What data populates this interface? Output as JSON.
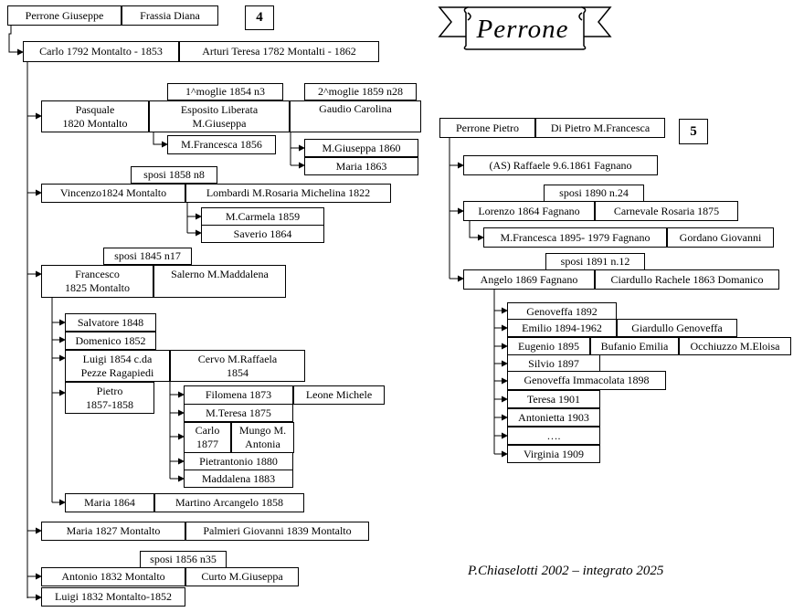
{
  "title": "Perrone",
  "credit": "P.Chiaselotti 2002 – integrato 2025",
  "page_num_left": "4",
  "page_num_right": "5",
  "left_tree": {
    "root_father": "Perrone Giuseppe",
    "root_mother": "Frassia Diana",
    "carlo": "Carlo 1792 Montalto - 1853",
    "carlo_wife": "Arturi Teresa 1782 Montalti - 1862",
    "moglie1": "1^moglie 1854 n3",
    "moglie2": "2^moglie 1859 n28",
    "pasquale_line1": "Pasquale",
    "pasquale_line2": "1820 Montalto",
    "esposito_line1": "Esposito Liberata",
    "esposito_line2": "M.Giuseppa",
    "gaudio": "Gaudio Carolina",
    "mfrancesca_1856": "M.Francesca 1856",
    "mgiuseppa_1860": "M.Giuseppa 1860",
    "maria_1863": "Maria 1863",
    "sposi_1858": "sposi 1858 n8",
    "vincenzo": "Vincenzo1824 Montalto",
    "lombardi": "Lombardi M.Rosaria Michelina 1822",
    "mcarmela": "M.Carmela 1859",
    "saverio": "Saverio 1864",
    "sposi_1845": "sposi 1845 n17",
    "francesco_line1": "Francesco",
    "francesco_line2": "1825  Montalto",
    "salerno": "Salerno M.Maddalena",
    "salvatore": "Salvatore 1848",
    "domenico": "Domenico 1852",
    "luigi1854_line1": "Luigi 1854 c.da",
    "luigi1854_line2": "Pezze Ragapiedi",
    "cervo_line1": "Cervo M.Raffaela",
    "cervo_line2": "1854",
    "pietro_line1": "Pietro",
    "pietro_line2": "1857-1858",
    "filomena": "Filomena 1873",
    "leone": "Leone Michele",
    "mteresa": "M.Teresa 1875",
    "carlo1877_line1": "Carlo",
    "carlo1877_line2": "1877",
    "mungo_line1": "Mungo M.",
    "mungo_line2": "Antonia",
    "pietrantonio": "Pietrantonio 1880",
    "maddalena": "Maddalena 1883",
    "maria1864": "Maria 1864",
    "martino": "Martino Arcangelo 1858",
    "maria1827": "Maria 1827  Montalto",
    "palmieri": "Palmieri Giovanni 1839 Montalto",
    "sposi_1856": "sposi 1856 n35",
    "antonio": "Antonio 1832 Montalto",
    "curto": "Curto M.Giuseppa",
    "luigi1832": "Luigi 1832 Montalto-1852"
  },
  "right_tree": {
    "pietro_perrone": "Perrone Pietro",
    "dipietro": "Di Pietro M.Francesca",
    "raffaele": "(AS) Raffaele 9.6.1861 Fagnano",
    "sposi_1890": "sposi 1890 n.24",
    "lorenzo": "Lorenzo 1864  Fagnano",
    "carnevale": "Carnevale Rosaria 1875",
    "mfrancesca1895": "M.Francesca 1895- 1979 Fagnano",
    "gordano": "Gordano Giovanni",
    "sposi_1891": "sposi 1891 n.12",
    "angelo": "Angelo 1869 Fagnano",
    "ciardullo": "Ciardullo Rachele 1863 Domanico",
    "genoveffa1892": "Genoveffa 1892",
    "emilio": "Emilio 1894-1962",
    "giardullo": "Giardullo Genoveffa",
    "eugenio": "Eugenio 1895",
    "bufanio": "Bufanio Emilia",
    "occhiuzzo": "Occhiuzzo M.Eloisa",
    "silvio": "Silvio 1897",
    "genoveffa_imm": "Genoveffa Immacolata 1898",
    "teresa1901": "Teresa 1901",
    "antonietta": "Antonietta 1903",
    "dots": "….",
    "virginia": "Virginia 1909"
  }
}
